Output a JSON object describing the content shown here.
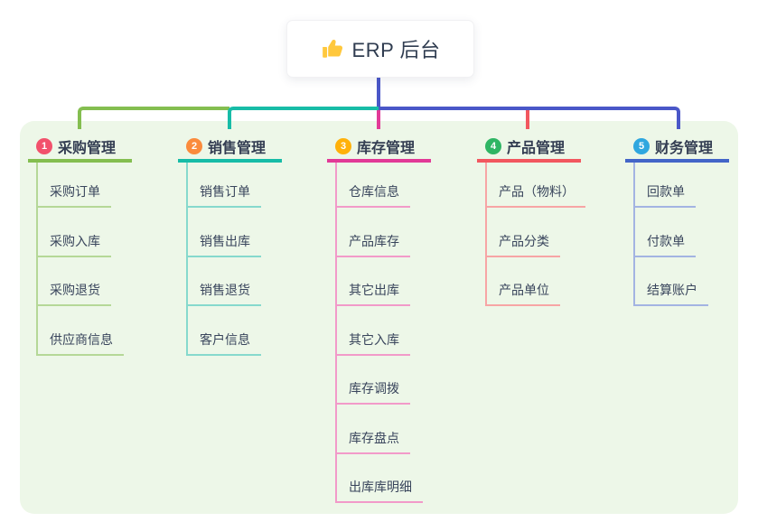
{
  "root": {
    "title": "ERP 后台",
    "icon": "thumbs-up-icon",
    "icon_color": "#FFC83D",
    "card_background": "#ffffff",
    "text_color": "#2f3c50"
  },
  "panel": {
    "background": "#edf7e8"
  },
  "connectors": {
    "bus_color": "#4a57c8"
  },
  "branches": [
    {
      "badge": "1",
      "title": "采购管理",
      "items": [
        "采购订单",
        "采购入库",
        "采购退货",
        "供应商信息"
      ],
      "colors": {
        "badge": "#f2516c",
        "main": "#84be50",
        "sub": "#b5d897"
      }
    },
    {
      "badge": "2",
      "title": "销售管理",
      "items": [
        "销售订单",
        "销售出库",
        "销售退货",
        "客户信息"
      ],
      "colors": {
        "badge": "#fb8b3c",
        "main": "#17bca7",
        "sub": "#86d9cd"
      }
    },
    {
      "badge": "3",
      "title": "库存管理",
      "items": [
        "仓库信息",
        "产品库存",
        "其它出库",
        "其它入库",
        "库存调拨",
        "库存盘点",
        "出库库明细"
      ],
      "colors": {
        "badge": "#ffb10a",
        "main": "#e23a97",
        "sub": "#f29ac9"
      }
    },
    {
      "badge": "4",
      "title": "产品管理",
      "items": [
        "产品（物料）",
        "产品分类",
        "产品单位"
      ],
      "colors": {
        "badge": "#2fb564",
        "main": "#f2575f",
        "sub": "#f7a5a5"
      }
    },
    {
      "badge": "5",
      "title": "财务管理",
      "items": [
        "回款单",
        "付款单",
        "结算账户"
      ],
      "colors": {
        "badge": "#2fa7df",
        "main": "#4365c8",
        "sub": "#a3b4e2"
      }
    }
  ]
}
